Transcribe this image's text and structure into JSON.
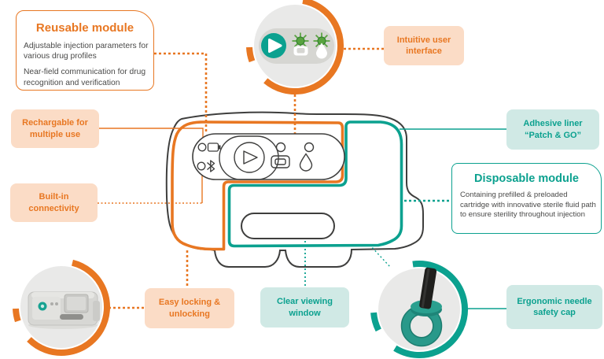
{
  "diagram_title": "Wearable injector features diagram",
  "colors": {
    "orange": "#e87722",
    "peach_bg": "#fbdcc6",
    "teal": "#0ba18f",
    "light_teal_bg": "#d0e9e5",
    "outline_dark": "#3e3e3d",
    "body_text": "#4a4a49",
    "circle_gray": "#e9e9e8",
    "led_green": "#58a33f"
  },
  "annotations": {
    "reusable": {
      "title": "Reusable module",
      "p1": "Adjustable injection parameters for various drug profiles",
      "p2": "Near-field communication for drug recognition and verification"
    },
    "intuitive": {
      "label": "Intuitive user interface"
    },
    "rechargable": {
      "label": "Rechargable for multiple use"
    },
    "builtin": {
      "label": "Built-in connectivity"
    },
    "easy": {
      "label": "Easy locking & unlocking"
    },
    "clear": {
      "label": "Clear viewing window"
    },
    "adhesive": {
      "label": "Adhesive liner “Patch & GO”"
    },
    "disposable": {
      "title": "Disposable module",
      "body": "Containing prefilled & preloaded cartridge with innovative sterile fluid path to ensure sterility throughout injection"
    },
    "ergonomic": {
      "label": "Ergonomic needle safety cap"
    }
  },
  "icons": {
    "play": "play-triangle",
    "battery": "battery-outline",
    "bluetooth": "bluetooth-rune",
    "cartridge": "cartridge-swap",
    "drop": "liquid-drop",
    "led": "status-led-circle",
    "led_active": "green-starburst-led"
  }
}
